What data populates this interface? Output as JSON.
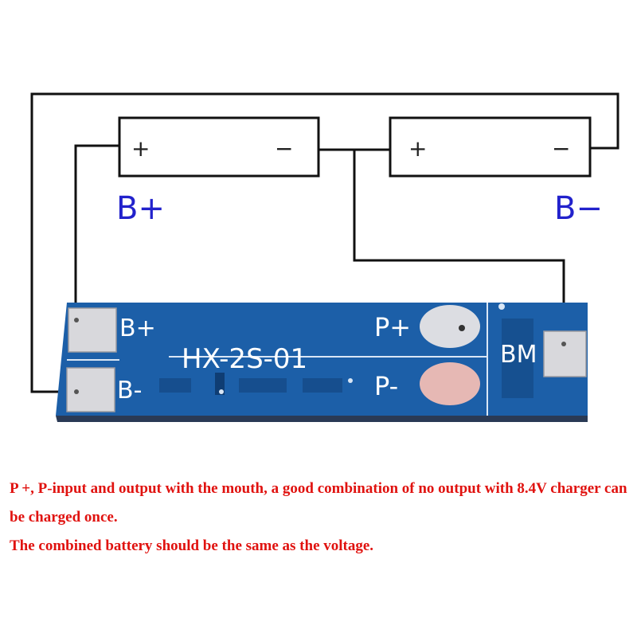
{
  "diagram": {
    "cells": [
      {
        "plus": "+",
        "minus": "−"
      },
      {
        "plus": "+",
        "minus": "−"
      }
    ],
    "battery_pos_label": "B+",
    "battery_neg_label": "B−",
    "board": {
      "model": "HX-2S-01",
      "pad_bplus": "B+",
      "pad_bminus": "B-",
      "pad_pplus": "P+",
      "pad_pminus": "P-",
      "pad_bm": "BM"
    }
  },
  "notes": [
    "P +, P-input and output with the mouth, a good combination of no output with 8.4V charger can be charged once.",
    "The combined battery should be the same as the voltage."
  ],
  "colors": {
    "wire": "#111111",
    "label_blue": "#2222cc",
    "pcb": "#1c5fa8",
    "pad_silver": "#d8d8dc",
    "pad_copper": "#e6b8b4",
    "note_red": "#e0120f"
  }
}
